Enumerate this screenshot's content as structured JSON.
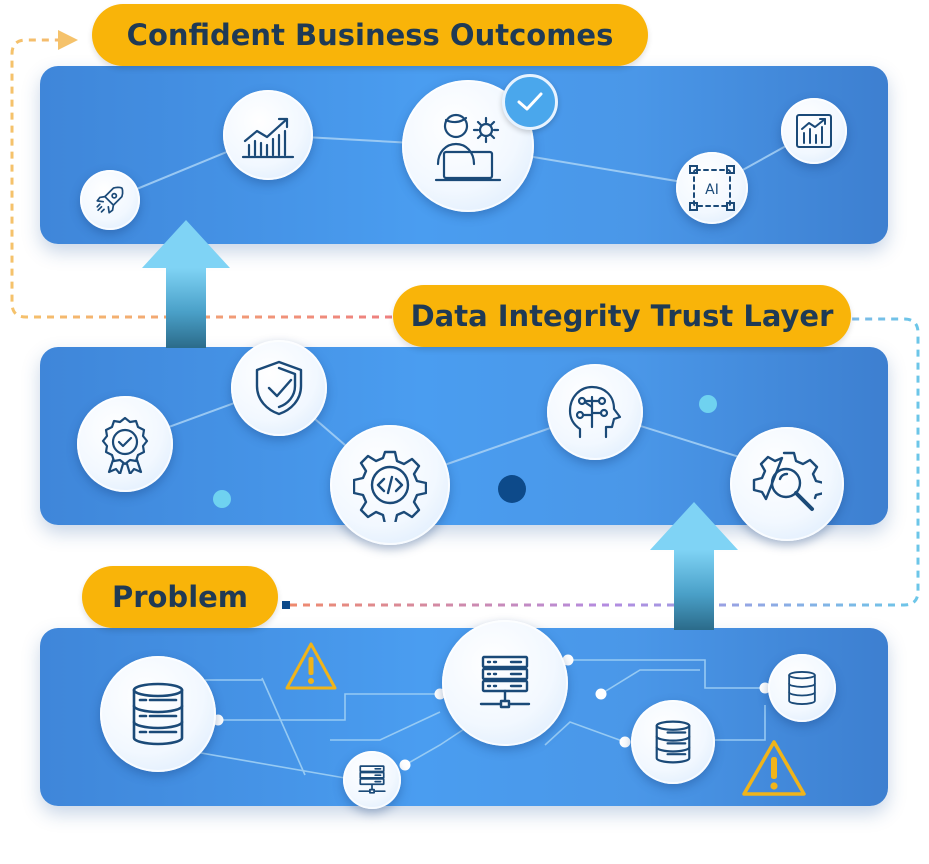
{
  "labels": {
    "outcomes": "Confident Business Outcomes",
    "trust": "Data Integrity Trust Layer",
    "problem": "Problem"
  },
  "icon_texts": {
    "ai": "AI"
  },
  "colors": {
    "band": "#4a9df0",
    "pill": "#f9b409",
    "pill_text": "#1f3a55",
    "icon_stroke": "#1b4a78",
    "warning": "#f0b41a",
    "dark_dot": "#0d4a8a",
    "light_dot": "#5fd0ef"
  }
}
